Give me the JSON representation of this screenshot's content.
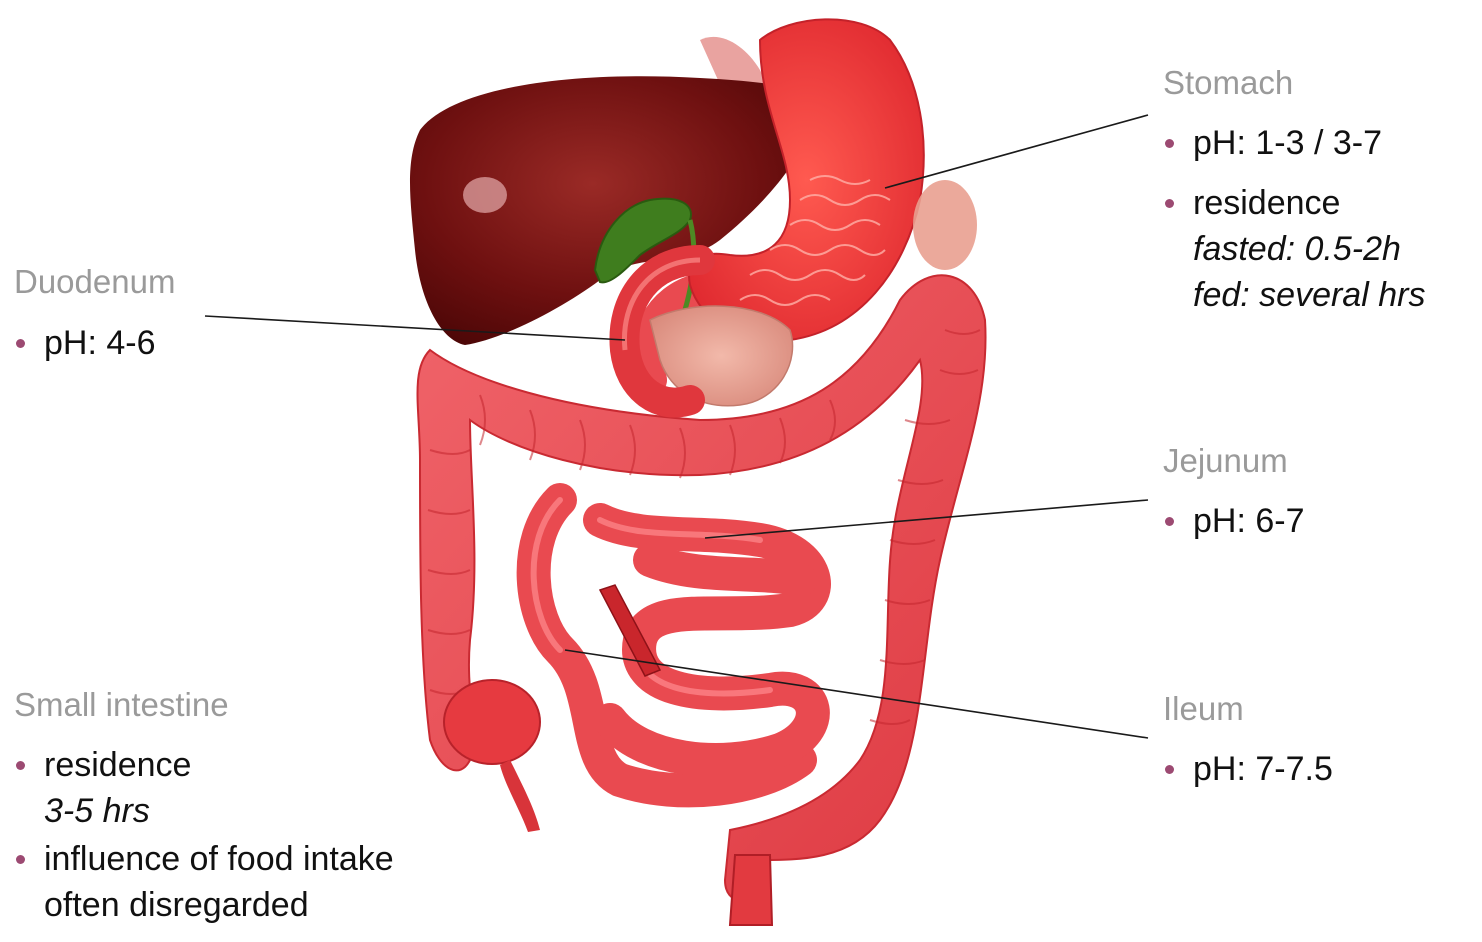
{
  "labels": {
    "stomach": {
      "title": "Stomach",
      "bullets": [
        {
          "text": "pH: 1-3 / 3-7"
        },
        {
          "text": "residence",
          "details": [
            "fasted: 0.5-2h",
            "fed: several hrs"
          ]
        }
      ]
    },
    "duodenum": {
      "title": "Duodenum",
      "bullets": [
        {
          "text": "pH: 4-6"
        }
      ]
    },
    "jejunum": {
      "title": "Jejunum",
      "bullets": [
        {
          "text": "pH: 6-7"
        }
      ]
    },
    "ileum": {
      "title": "Ileum",
      "bullets": [
        {
          "text": "pH: 7-7.5"
        }
      ]
    },
    "small_intestine": {
      "title": "Small intestine",
      "bullets": [
        {
          "text": "residence",
          "details": [
            "3-5 hrs"
          ]
        },
        {
          "text": "influence of food intake",
          "details_plain": [
            "often disregarded"
          ]
        }
      ]
    }
  },
  "colors": {
    "heading": "#9a9a9a",
    "bullet_dot": "#9c4a72",
    "body_text": "#111111",
    "leader_line": "#1a1a1a",
    "liver": "#7a1414",
    "intestine": "#e8454a",
    "stomach": "#f0474a",
    "pancreas": "#e7a89a",
    "gallbladder": "#3f7d1e"
  }
}
